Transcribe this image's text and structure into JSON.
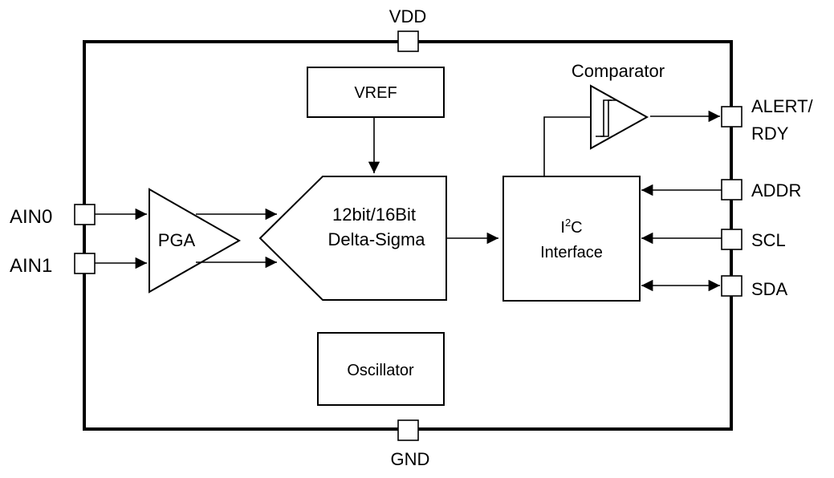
{
  "pins": {
    "vdd": "VDD",
    "gnd": "GND",
    "ain0": "AIN0",
    "ain1": "AIN1",
    "alert_line1": "ALERT/",
    "alert_line2": "RDY",
    "addr": "ADDR",
    "scl": "SCL",
    "sda": "SDA"
  },
  "blocks": {
    "vref": "VREF",
    "pga": "PGA",
    "adc_line1": "12bit/16Bit",
    "adc_line2": "Delta-Sigma",
    "i2c_prefix": "I",
    "i2c_sup": "2",
    "i2c_suffix": "C",
    "i2c_line2": "Interface",
    "oscillator": "Oscillator",
    "comparator": "Comparator"
  }
}
